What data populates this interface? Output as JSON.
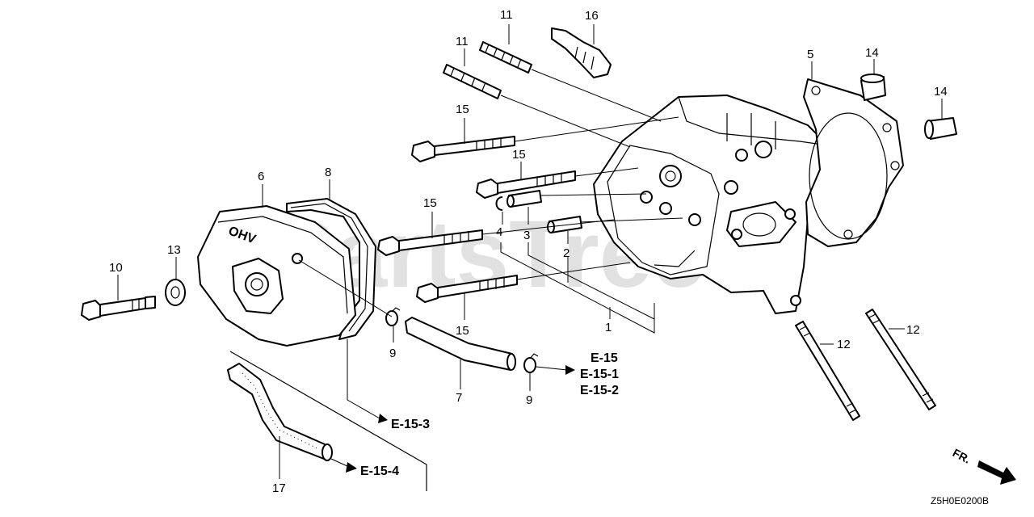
{
  "watermark": "PartsTree",
  "diagram_code": "Z5H0E0200B",
  "front_marker": "FR.",
  "valve_cover_mark": "OHV",
  "callouts": {
    "c1": "1",
    "c2": "2",
    "c3": "3",
    "c4": "4",
    "c5": "5",
    "c6": "6",
    "c7": "7",
    "c8": "8",
    "c9a": "9",
    "c9b": "9",
    "c10": "10",
    "c11a": "11",
    "c11b": "11",
    "c12a": "12",
    "c12b": "12",
    "c13": "13",
    "c14a": "14",
    "c14b": "14",
    "c15a": "15",
    "c15b": "15",
    "c15c": "15",
    "c15d": "15",
    "c16": "16",
    "c17": "17"
  },
  "references": {
    "e15": "E-15",
    "e15_1": "E-15-1",
    "e15_2": "E-15-2",
    "e15_3": "E-15-3",
    "e15_4": "E-15-4"
  }
}
